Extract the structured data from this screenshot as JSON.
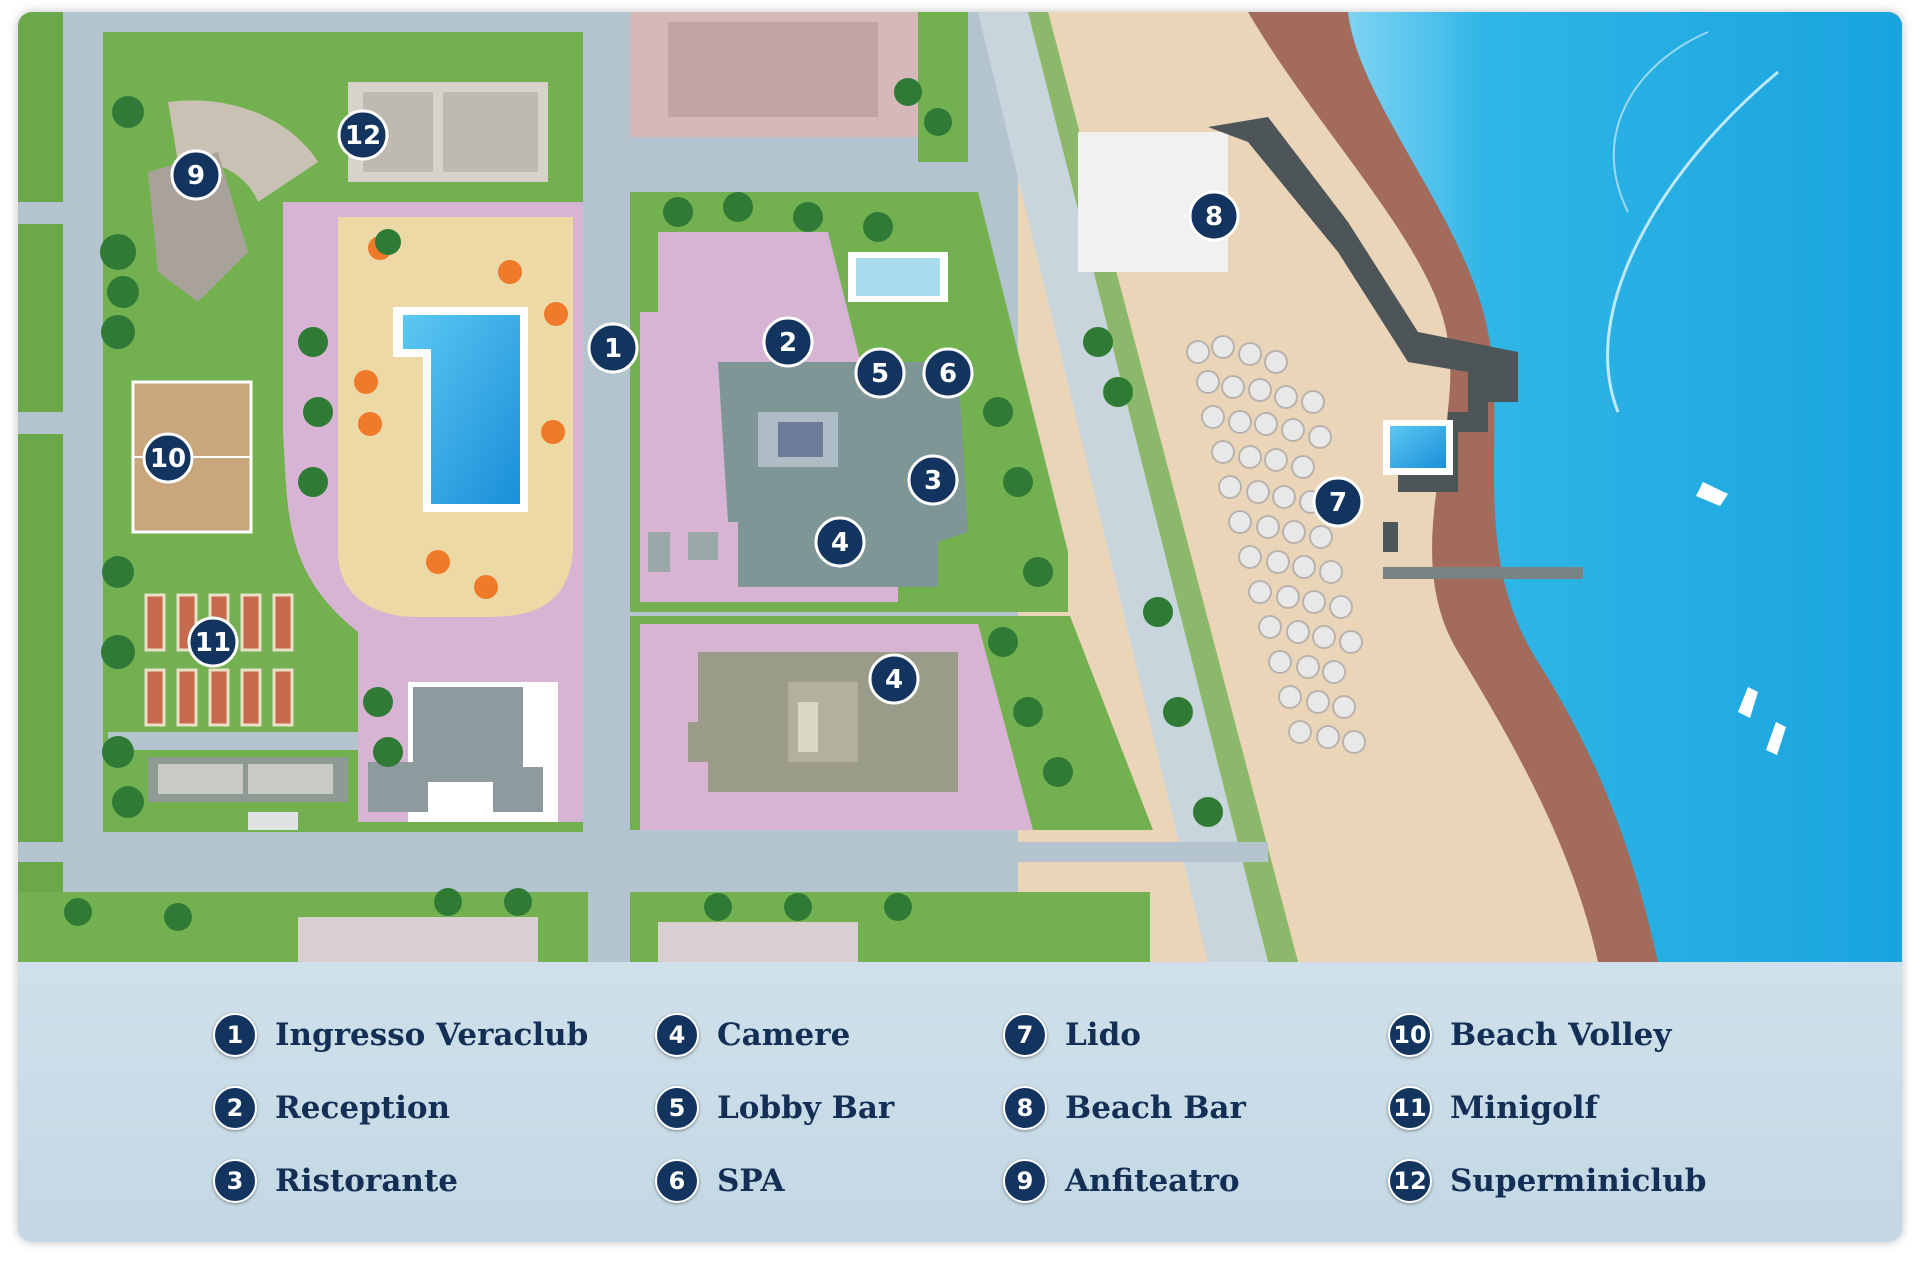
{
  "markers": [
    {
      "n": "1"
    },
    {
      "n": "2"
    },
    {
      "n": "3"
    },
    {
      "n": "4"
    },
    {
      "n": "4"
    },
    {
      "n": "5"
    },
    {
      "n": "6"
    },
    {
      "n": "7"
    },
    {
      "n": "8"
    },
    {
      "n": "9"
    },
    {
      "n": "10"
    },
    {
      "n": "11"
    },
    {
      "n": "12"
    }
  ],
  "legend": [
    {
      "num": "1",
      "label": "Ingresso Veraclub"
    },
    {
      "num": "2",
      "label": "Reception"
    },
    {
      "num": "3",
      "label": "Ristorante"
    },
    {
      "num": "4",
      "label": "Camere"
    },
    {
      "num": "5",
      "label": "Lobby Bar"
    },
    {
      "num": "6",
      "label": "SPA"
    },
    {
      "num": "7",
      "label": "Lido"
    },
    {
      "num": "8",
      "label": "Beach Bar"
    },
    {
      "num": "9",
      "label": "Anfiteatro"
    },
    {
      "num": "10",
      "label": "Beach Volley"
    },
    {
      "num": "11",
      "label": "Minigolf"
    },
    {
      "num": "12",
      "label": "Superminiclub"
    }
  ],
  "colors": {
    "road": "#aebfcb",
    "grass": "#6fae4b",
    "pavement": "#d6b2d3",
    "sea": "#29b3e6",
    "sand": "#ecd7bd",
    "shore": "#a06a5a",
    "marker": "#12345e",
    "legend_text": "#132f55"
  }
}
